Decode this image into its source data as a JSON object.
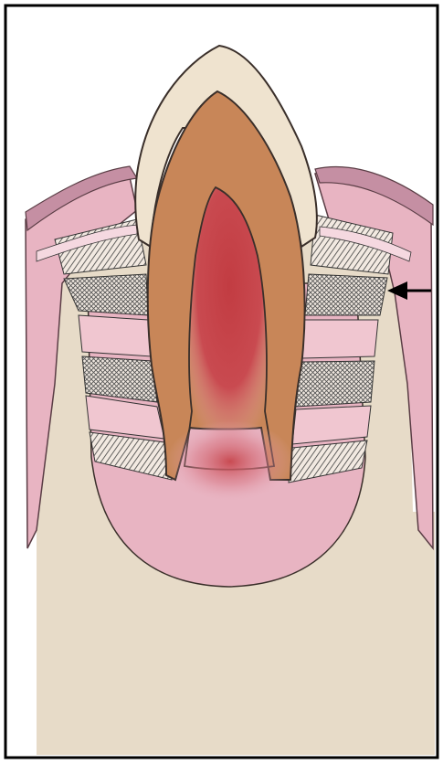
{
  "figure": {
    "type": "illustration",
    "structures": [
      "enamel-crown",
      "dentin",
      "dental-pulp",
      "gingiva",
      "periodontal-ligament-fibers",
      "alveolar-bone",
      "periapical-tissue",
      "pointer-arrow"
    ],
    "colors": {
      "frame": "#000000",
      "enamel": "#efe3cf",
      "dentin": "#c88658",
      "pulp": "#c0464a",
      "pulp_glow": "#d98a92",
      "gingiva": "#e8b4c2",
      "gingiva_dark": "#c58fa3",
      "bone": "#e7dbc8",
      "ligament_pink": "#eec0cc",
      "fiber_hatch": "#444444",
      "outline": "#3a2f2a",
      "arrow": "#000000"
    }
  }
}
